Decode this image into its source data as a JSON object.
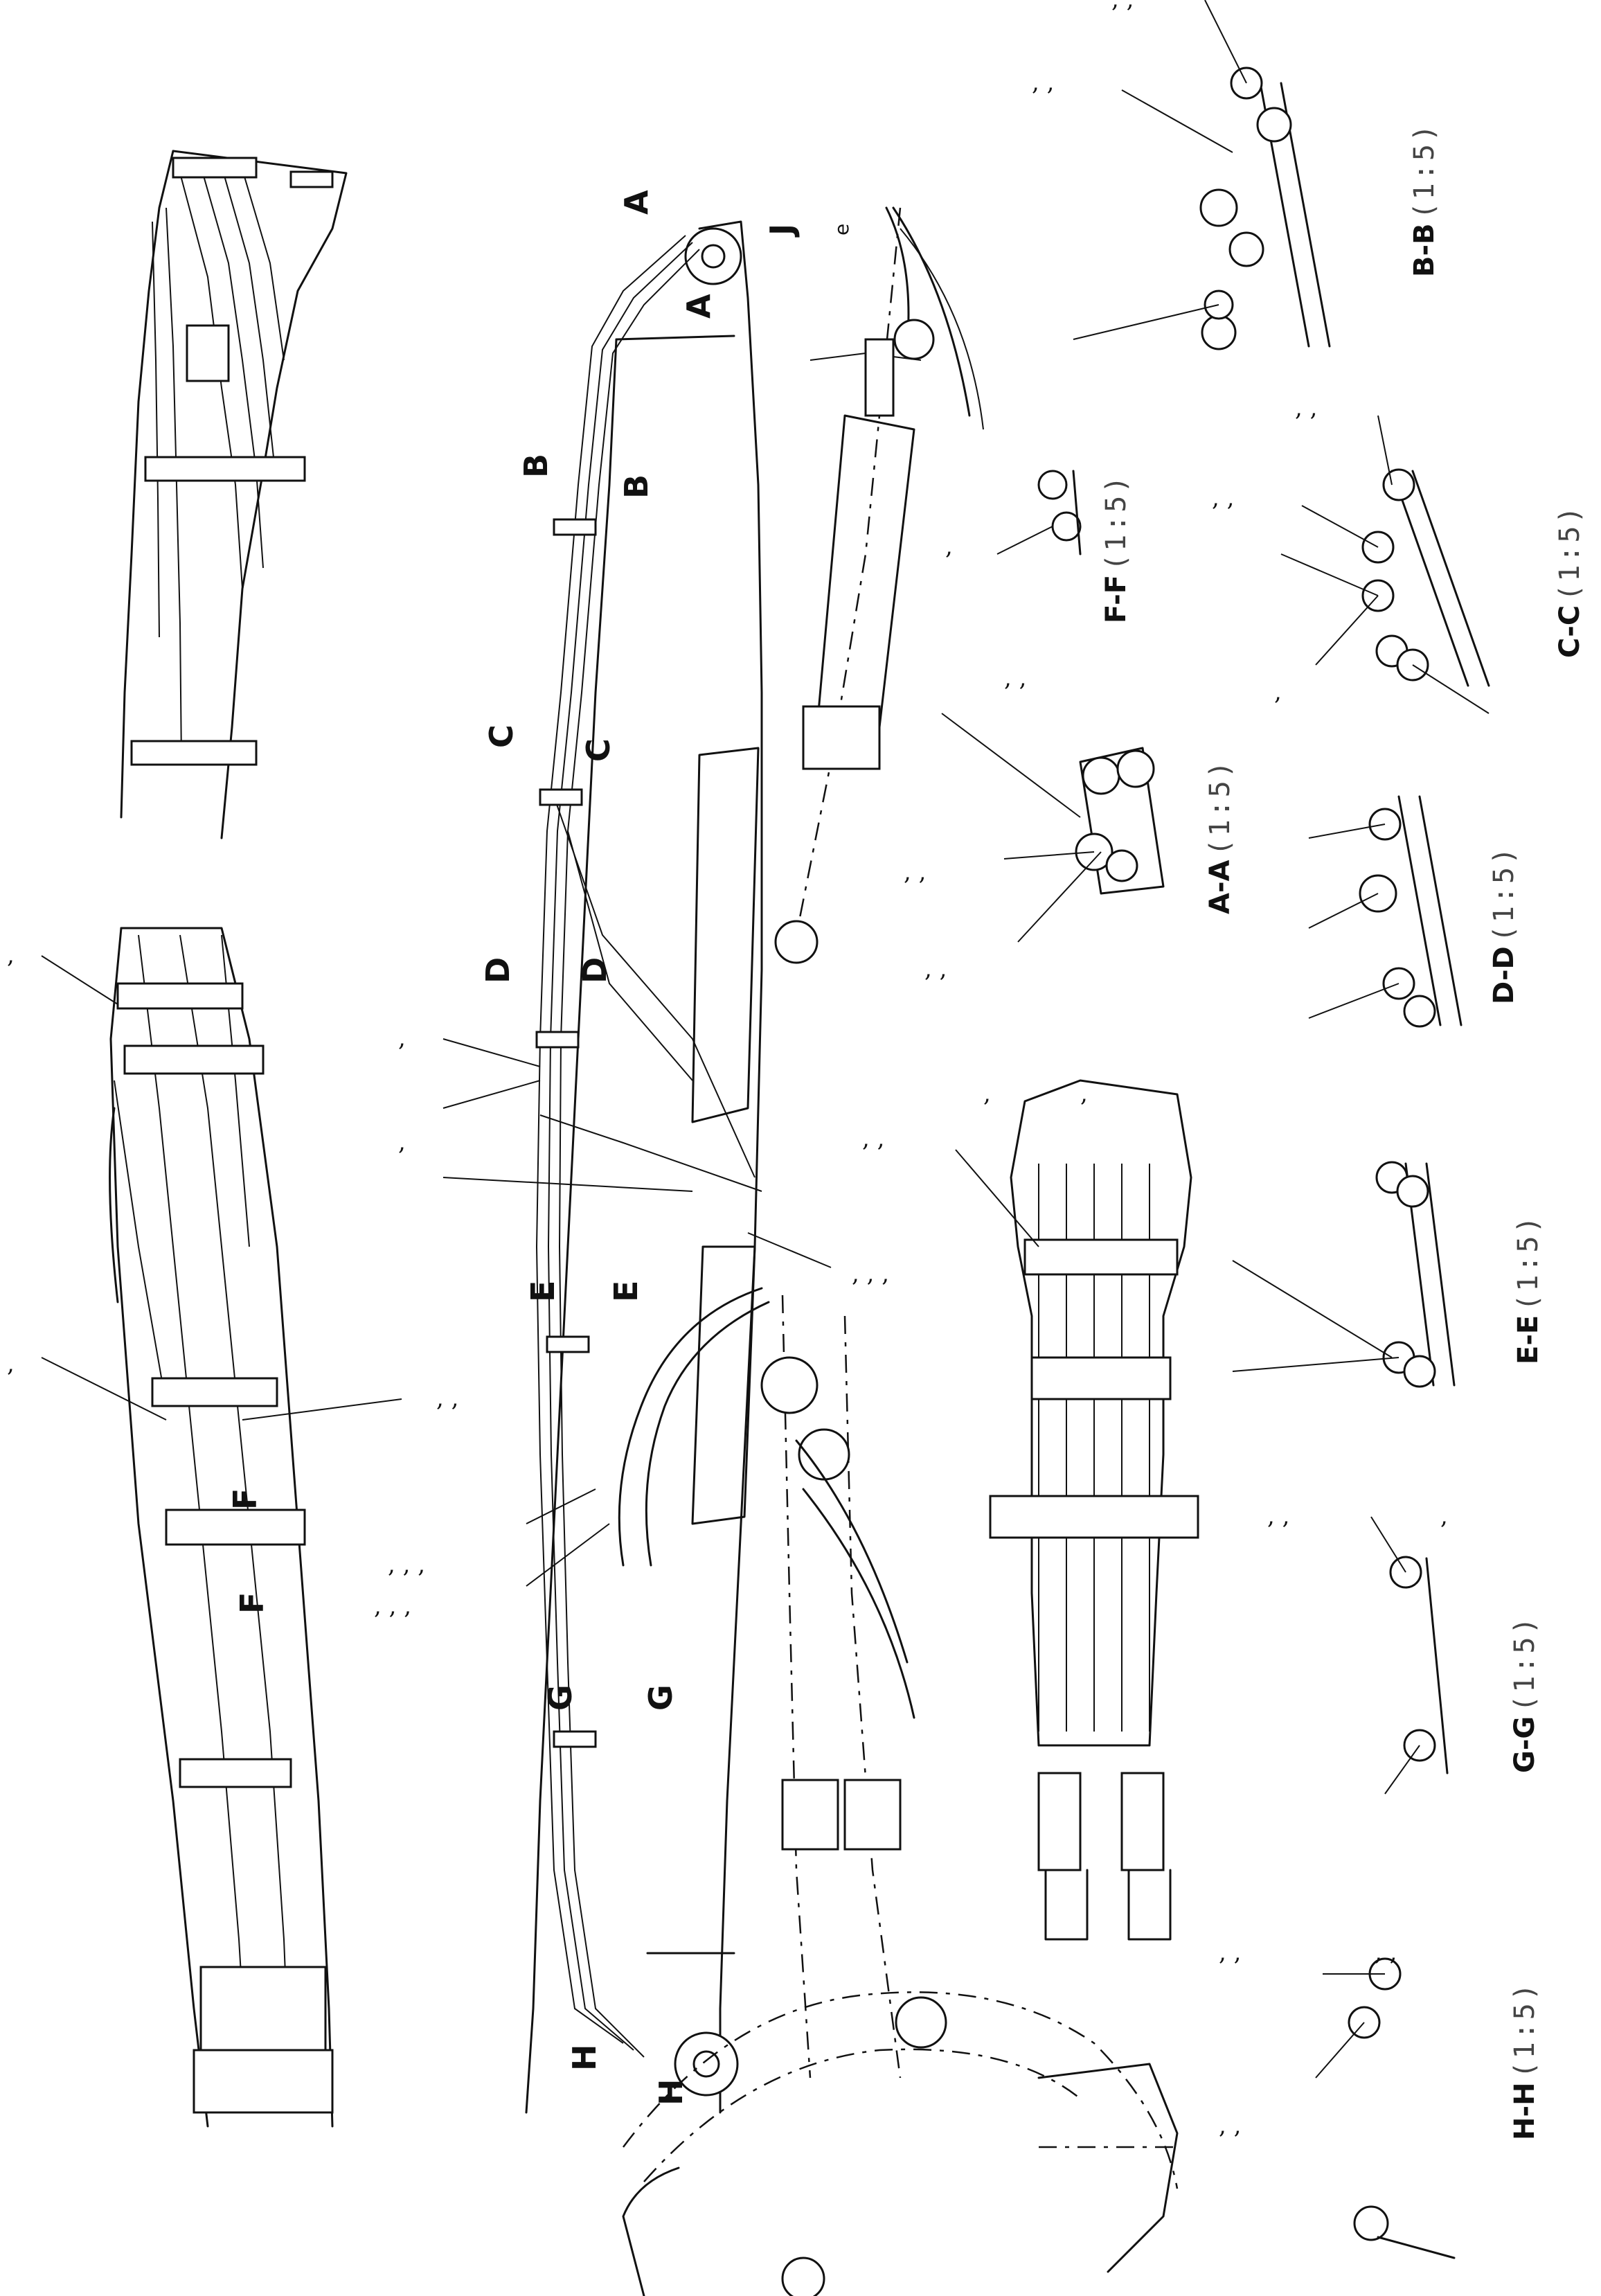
{
  "section_markers": [
    "A",
    "A",
    "B",
    "B",
    "C",
    "C",
    "D",
    "D",
    "E",
    "E",
    "F",
    "F",
    "G",
    "G",
    "H",
    "H",
    "J"
  ],
  "marker_letter_e": "e",
  "section_views": [
    {
      "name": "B-B",
      "scale": "(1:5)"
    },
    {
      "name": "C-C",
      "scale": "(1:5)"
    },
    {
      "name": "F-F",
      "scale": "(1:5)"
    },
    {
      "name": "A-A",
      "scale": "(1:5)"
    },
    {
      "name": "D-D",
      "scale": "(1:5)"
    },
    {
      "name": "E-E",
      "scale": "(1:5)"
    },
    {
      "name": "G-G",
      "scale": "(1:5)"
    },
    {
      "name": "H-H",
      "scale": "(1:5)"
    }
  ],
  "callout_marks": {
    "single": ",",
    "double": ", ,",
    "triple": ", , ,"
  }
}
